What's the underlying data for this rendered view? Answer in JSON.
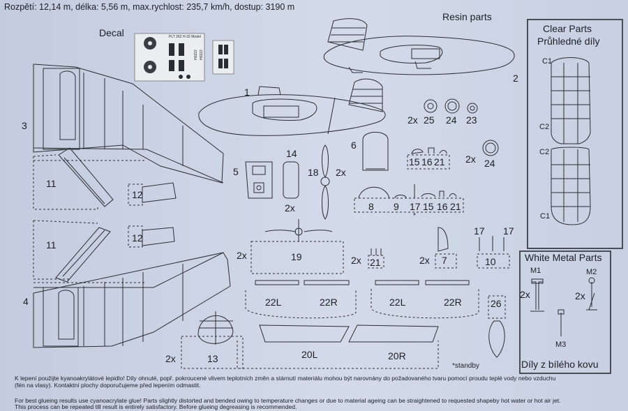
{
  "header": {
    "specs": "Rozpětí: 12,14 m, délka: 5,56 m, max.rychlost: 235,7 km/h, dostup: 3190 m"
  },
  "sections": {
    "decal": "Decal",
    "resin": "Resin parts",
    "clear_cz": "Clear Parts",
    "clear_en": "Průhledné díly",
    "metal_en": "White Metal Parts",
    "metal_cz": "Díly z bílého kovu"
  },
  "decal_sheet": {
    "code": "PLT 262",
    "line2": "H-32 Model",
    "reg_a": "H0222",
    "reg_b": "H0222"
  },
  "part_labels": {
    "p1": "1",
    "p2": "2",
    "p3": "3",
    "p4": "4",
    "p5": "5",
    "p6": "6",
    "p7": "7",
    "p8": "8",
    "p9": "9",
    "p10": "10",
    "p11a": "11",
    "p11b": "11",
    "p12a": "12",
    "p12b": "12",
    "p13": "13",
    "p14": "14",
    "p15a": "15",
    "p16a": "16",
    "p21a": "21",
    "p15b": "15",
    "p16b": "16",
    "p21b": "21",
    "p17a": "17",
    "p17b": "17",
    "p17c": "17",
    "p18": "18",
    "p19": "19",
    "p20l": "20L",
    "p20r": "20R",
    "p21c": "21",
    "p22l_a": "22L",
    "p22r_a": "22R",
    "p22l_b": "22L",
    "p22r_b": "22R",
    "p23": "23",
    "p24a": "24",
    "p24b": "24",
    "p25": "25",
    "p26": "26",
    "c1a": "C1",
    "c1b": "C1",
    "c2a": "C2",
    "c2b": "C2",
    "m1": "M1",
    "m2": "M2",
    "m3": "M3"
  },
  "multipliers": {
    "x_wheels": "2x",
    "x_wheel24": "2x",
    "x_prop": "2x",
    "x_14": "2x",
    "x_19": "2x",
    "x_21": "2x",
    "x_7": "2x",
    "x_13": "2x",
    "x_m1": "2x",
    "x_m2": "2x"
  },
  "markers": {
    "asterisk": "*",
    "standby": "*standby"
  },
  "footer": {
    "cz1": "K lepení použijte kyanoakrylátové lepidlo! Díly ohnuté, popř. pokroucené vlivem teplotních změn a stárnutí materiálu mohou být narovnány do požadovaného tvaru pomocí proudu teplé vody nebo vzduchu",
    "cz2": "(fén na vlasy). Kontaktní plochy doporučujeme před lepením odmastit.",
    "en1": "For best glueing results use cyanoacrylate glue! Parts slightly distorted and bended owing to temperature changes or due to material ageing can be straightened to requested shapeby hot water or hot air jet.",
    "en2": "This process can be repeated till result is entirely satisfactory. Before glueing degreasing is recommended."
  }
}
